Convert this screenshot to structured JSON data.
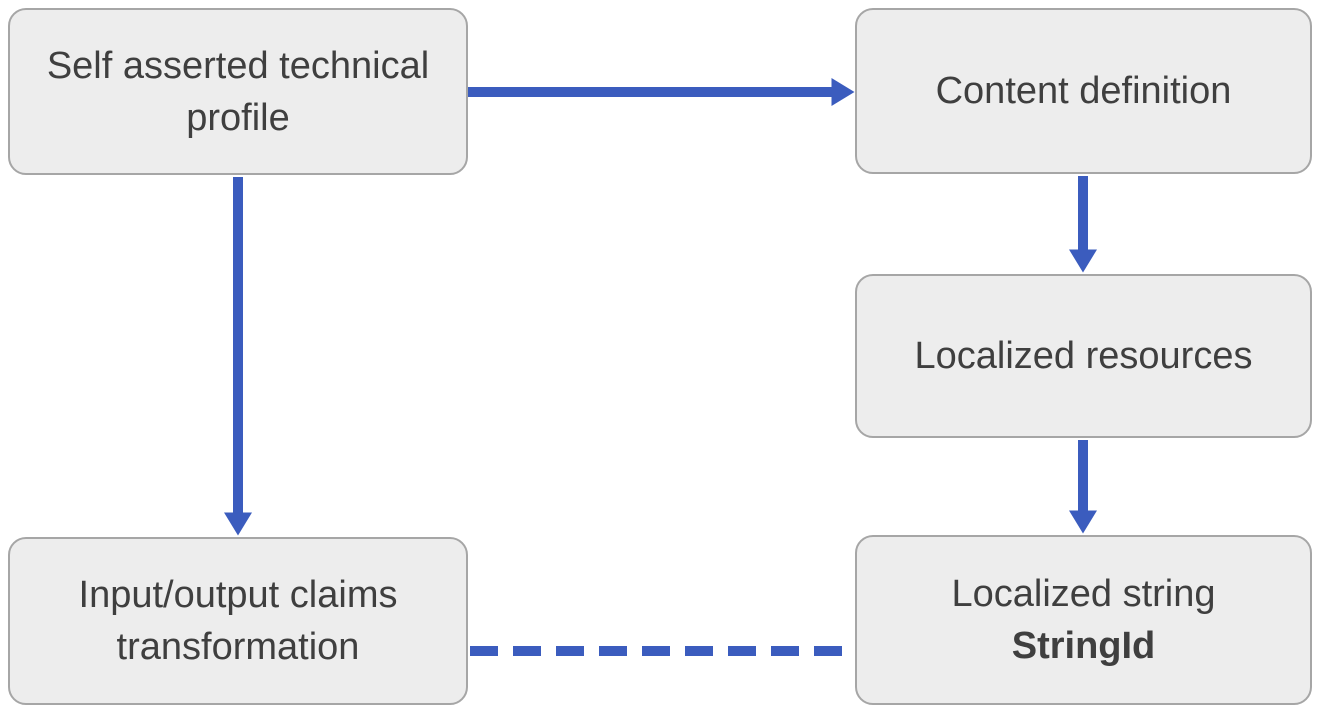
{
  "diagram": {
    "type": "flow-diagram",
    "colors": {
      "arrow": "#3b5cbe",
      "box_fill": "#ededed",
      "box_border": "#a6a6a6",
      "text": "#3f3f3f",
      "background": "#ffffff"
    },
    "nodes": {
      "self_asserted_technical_profile": {
        "lines": [
          "Self asserted technical",
          "profile"
        ]
      },
      "content_definition": {
        "lines": [
          "Content definition"
        ]
      },
      "localized_resources": {
        "lines": [
          "Localized resources"
        ]
      },
      "localized_string": {
        "lines": [
          "Localized string"
        ],
        "bold_line": "StringId"
      },
      "input_output_claims_transformation": {
        "lines": [
          "Input/output claims",
          "transformation"
        ]
      }
    },
    "edges": [
      {
        "from": "self_asserted_technical_profile",
        "to": "content_definition",
        "style": "solid",
        "direction": "right"
      },
      {
        "from": "self_asserted_technical_profile",
        "to": "input_output_claims_transformation",
        "style": "solid",
        "direction": "down"
      },
      {
        "from": "content_definition",
        "to": "localized_resources",
        "style": "solid",
        "direction": "down"
      },
      {
        "from": "localized_resources",
        "to": "localized_string",
        "style": "solid",
        "direction": "down"
      },
      {
        "from": "input_output_claims_transformation",
        "to": "localized_string",
        "style": "dashed",
        "direction": "right",
        "points_at": "StringId"
      }
    ]
  }
}
